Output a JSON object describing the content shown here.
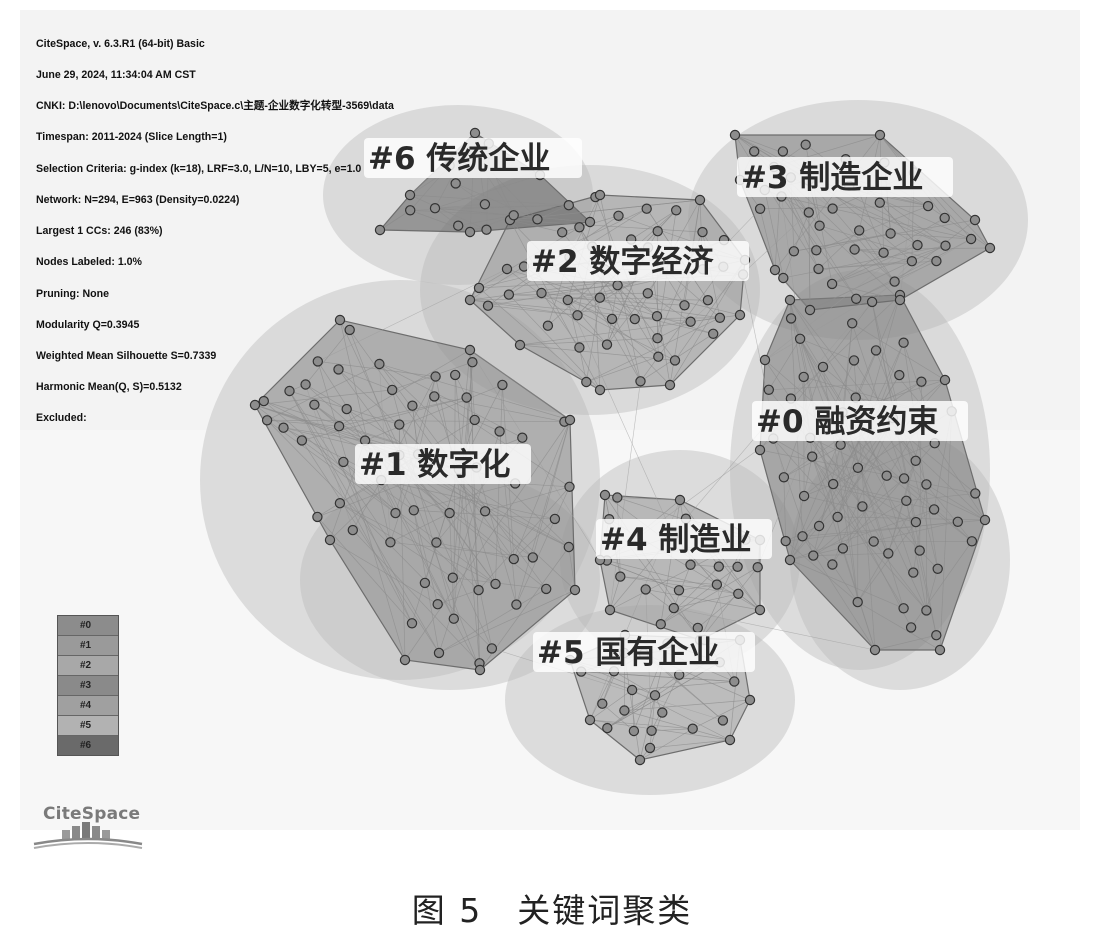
{
  "info_lines": [
    "CiteSpace, v. 6.3.R1 (64-bit) Basic",
    "June 29, 2024, 11:34:04 AM CST",
    "CNKI: D:\\lenovo\\Documents\\CiteSpace.c\\主题-企业数字化转型-3569\\data",
    "Timespan: 2011-2024 (Slice Length=1)",
    "Selection Criteria: g-index (k=18), LRF=3.0, L/N=10, LBY=5, e=1.0",
    "Network: N=294, E=963 (Density=0.0224)",
    "Largest 1 CCs: 246 (83%)",
    "Nodes Labeled: 1.0%",
    "Pruning: None",
    "Modularity Q=0.3945",
    "Weighted Mean Silhouette S=0.7339",
    "Harmonic Mean(Q, S)=0.5132",
    "Excluded:"
  ],
  "clusters": [
    {
      "label": "#0 融资约束",
      "fill": "#7a7a7a"
    },
    {
      "label": "#1 数字化",
      "fill": "#8a8a8a"
    },
    {
      "label": "#2 数字经济",
      "fill": "#999999"
    },
    {
      "label": "#3 制造企业",
      "fill": "#808080"
    },
    {
      "label": "#4 制造业",
      "fill": "#9a9a9a"
    },
    {
      "label": "#5 国有企业",
      "fill": "#a3a3a3"
    },
    {
      "label": "#6 传统企业",
      "fill": "#5f5f5f"
    }
  ],
  "legend": [
    {
      "label": "#0",
      "color": "#8c8c8c"
    },
    {
      "label": "#1",
      "color": "#9a9a9a"
    },
    {
      "label": "#2",
      "color": "#a8a8a8"
    },
    {
      "label": "#3",
      "color": "#8a8a8a"
    },
    {
      "label": "#4",
      "color": "#a0a0a0"
    },
    {
      "label": "#5",
      "color": "#b2b2b2"
    },
    {
      "label": "#6",
      "color": "#6a6a6a"
    }
  ],
  "logo_text": "CiteSpace",
  "caption": "图 5　关键词聚类"
}
